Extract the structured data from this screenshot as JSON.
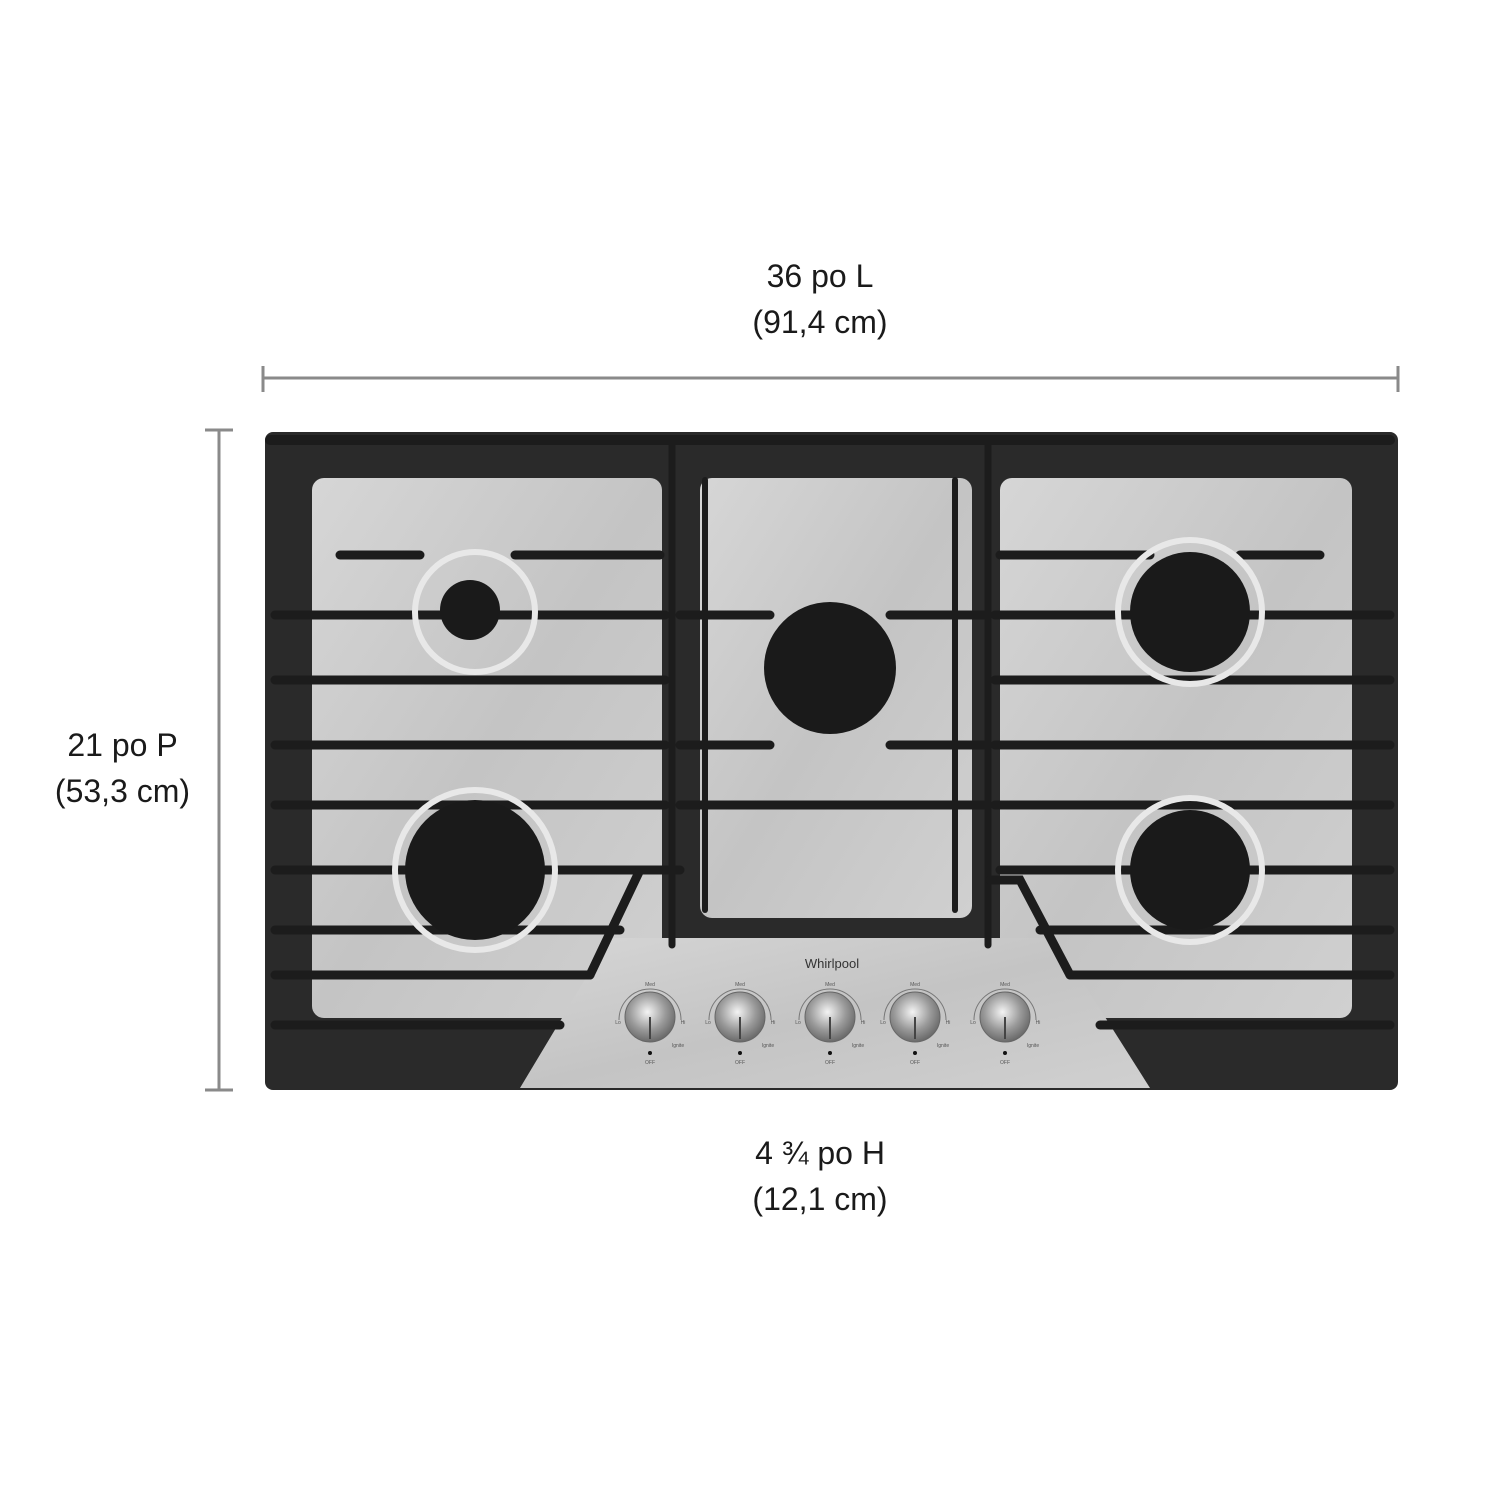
{
  "dimensions": {
    "width": {
      "imperial": "36 po L",
      "metric": "(91,4 cm)"
    },
    "depth": {
      "imperial": "21 po P",
      "metric": "(53,3 cm)"
    },
    "height": {
      "imperial": "4 ¾ po H",
      "metric": "(12,1 cm)"
    }
  },
  "product": {
    "brand": "Whirlpool",
    "knob_labels": {
      "mid": "Med",
      "low": "Lo",
      "high": "Hi",
      "ignite": "Ignite",
      "off": "OFF"
    },
    "knob_count": 5,
    "burner_count": 5
  },
  "colors": {
    "dimension_line": "#8a8a8a",
    "grate": "#1e1e1e",
    "steel": "#c9c9c9",
    "frame": "#2a2a2a"
  }
}
